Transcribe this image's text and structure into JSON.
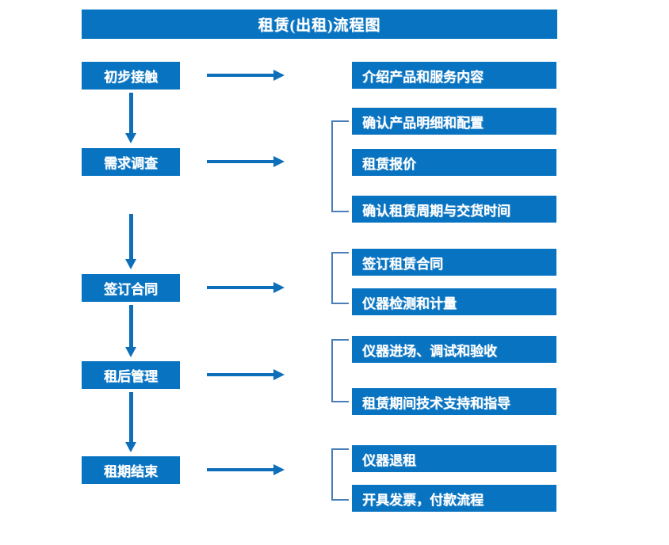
{
  "title": "租赁(出租)流程图",
  "colors": {
    "box_blue": "#0873C1",
    "arrow_blue": "#0D6FBA",
    "bracket_blue": "#4A7EBB",
    "text_white": "#FFFFFF",
    "background": "#FFFFFF"
  },
  "stages": [
    {
      "label": "初步接触"
    },
    {
      "label": "需求调查"
    },
    {
      "label": "签订合同"
    },
    {
      "label": "租后管理"
    },
    {
      "label": "租期结束"
    }
  ],
  "details": [
    {
      "label": "介绍产品和服务内容"
    },
    {
      "label": "确认产品明细和配置"
    },
    {
      "label": "租赁报价"
    },
    {
      "label": "确认租赁周期与交货时间"
    },
    {
      "label": "签订租赁合同"
    },
    {
      "label": "仪器检测和计量"
    },
    {
      "label": "仪器进场、调试和验收"
    },
    {
      "label": "租赁期间技术支持和指导"
    },
    {
      "label": "仪器退租"
    },
    {
      "label": "开具发票，付款流程"
    }
  ],
  "chart_data": {
    "type": "diagram",
    "title": "租赁(出租)流程图",
    "orientation": "vertical-with-side-details",
    "nodes": [
      {
        "stage": "初步接触",
        "details": [
          "介绍产品和服务内容"
        ],
        "grouped": false
      },
      {
        "stage": "需求调查",
        "details": [
          "确认产品明细和配置",
          "租赁报价",
          "确认租赁周期与交货时间"
        ],
        "grouped": true
      },
      {
        "stage": "签订合同",
        "details": [
          "签订租赁合同",
          "仪器检测和计量"
        ],
        "grouped": true
      },
      {
        "stage": "租后管理",
        "details": [
          "仪器进场、调试和验收",
          "租赁期间技术支持和指导"
        ],
        "grouped": true
      },
      {
        "stage": "租期结束",
        "details": [
          "仪器退租",
          "开具发票，付款流程"
        ],
        "grouped": true
      }
    ],
    "edges": [
      {
        "from": "初步接触",
        "to": "需求调查",
        "kind": "vertical-arrow"
      },
      {
        "from": "需求调查",
        "to": "签订合同",
        "kind": "vertical-arrow"
      },
      {
        "from": "签订合同",
        "to": "租后管理",
        "kind": "vertical-arrow"
      },
      {
        "from": "租后管理",
        "to": "租期结束",
        "kind": "vertical-arrow"
      },
      {
        "from": "初步接触",
        "to": "介绍产品和服务内容",
        "kind": "horizontal-arrow"
      },
      {
        "from": "需求调查",
        "to": "确认产品明细和配置",
        "kind": "horizontal-arrow"
      },
      {
        "from": "签订合同",
        "to": "签订租赁合同",
        "kind": "horizontal-arrow"
      },
      {
        "from": "租后管理",
        "to": "仪器进场、调试和验收",
        "kind": "horizontal-arrow"
      },
      {
        "from": "租期结束",
        "to": "仪器退租",
        "kind": "horizontal-arrow"
      }
    ]
  }
}
